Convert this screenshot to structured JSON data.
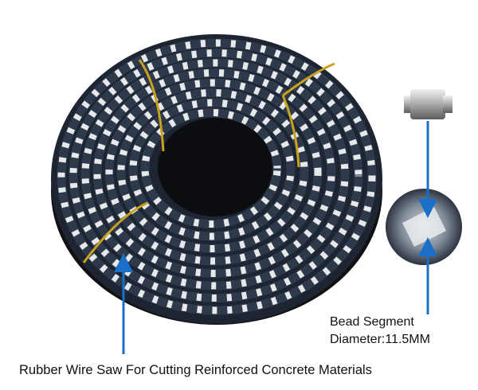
{
  "annotations": {
    "bead_segment_label": "Bead Segment",
    "diameter_label": "Diameter:11.5MM",
    "caption": "Rubber Wire Saw For Cutting Reinforced Concrete Materials"
  },
  "colors": {
    "arrow": "#1a70c8",
    "rubber": "#2e3a4c",
    "bead": "#e6e8ea",
    "strap": "#c9a21e"
  }
}
